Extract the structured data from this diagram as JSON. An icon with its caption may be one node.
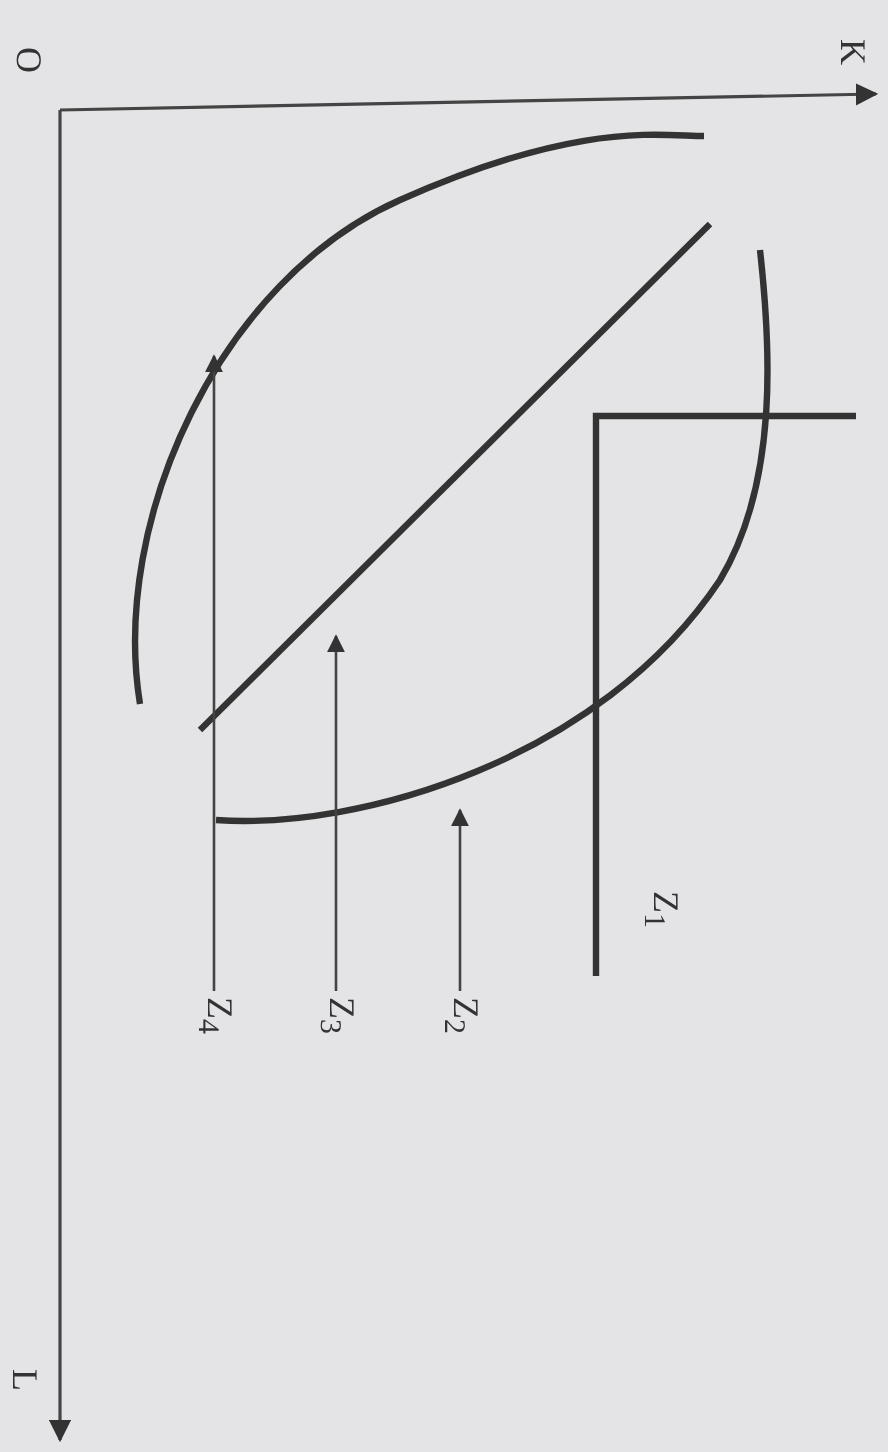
{
  "diagram": {
    "nodes": [
      {
        "text": [
          "Z$_{4}$"
        ]
      },
      {
        "text": [
          "Z$_{3}$"
        ]
      },
      {
        "text": [
          "Z$_{2}$"
        ]
      }
    ],
    "edges": [
      {
        "from": 0,
        "to": null,
        "arrow": "to"
      },
      {
        "from": 1,
        "to": null,
        "arrow": "to"
      },
      {
        "from": 2,
        "to": null,
        "arrow": "to"
      }
    ],
    "labels": [
      "O",
      "K",
      "L",
      "Z$_{1}$"
    ]
  }
}
